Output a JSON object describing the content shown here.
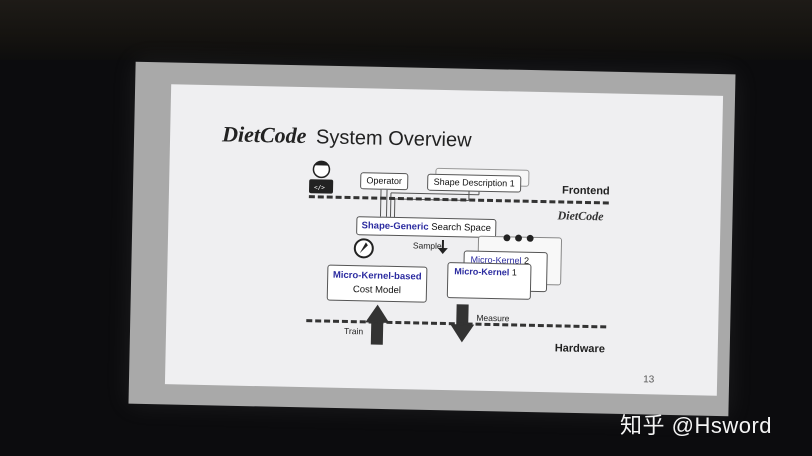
{
  "slide": {
    "title_brand": "DietCode",
    "title_rest": "System Overview",
    "operator": "Operator",
    "shape_description": "Shape Description 1",
    "frontend": "Frontend",
    "dietcode_label": "DietCode",
    "search_space_highlight": "Shape-Generic",
    "search_space_rest": "Search Space",
    "sample": "Sample",
    "dots": "●●●",
    "micro_kernel_2_prefix": "Micro-Kernel",
    "micro_kernel_2_num": "2",
    "micro_kernel_1_prefix": "Micro-Kernel",
    "micro_kernel_1_num": "1",
    "cost_model_highlight": "Micro-Kernel-based",
    "cost_model_rest": "Cost Model",
    "measure": "Measure",
    "train": "Train",
    "hardware": "Hardware",
    "page_number": "13"
  },
  "watermark": "知乎 @Hsword",
  "colors": {
    "slide_bg": "#efeff1",
    "highlight": "#2b2ba0",
    "room": "#0c0c0e"
  }
}
